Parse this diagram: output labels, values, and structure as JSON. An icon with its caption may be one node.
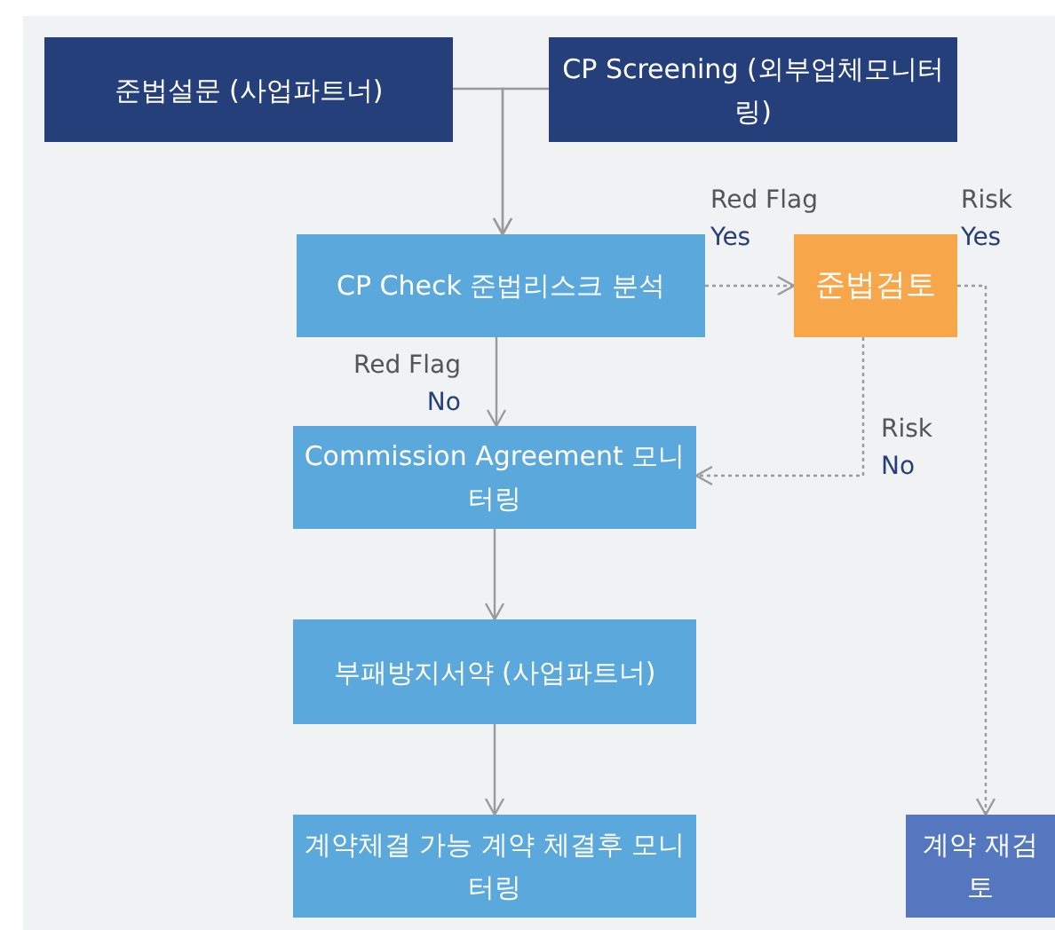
{
  "diagram": {
    "nodes": [
      {
        "text": [
          "준법설문 (사업파트너)"
        ]
      },
      {
        "text": [
          "CP Screening (외부업체모니터링)"
        ]
      },
      {
        "text": [
          "CP Check 준법리스크 분석"
        ]
      },
      {
        "text": [
          "준법검토"
        ]
      },
      {
        "text": [
          "Commission Agreement 모니터링"
        ]
      },
      {
        "text": [
          "부패방지서약 (사업파트너)"
        ]
      },
      {
        "text": [
          "계약체결 가능 계약 체결후 모니터링"
        ]
      },
      {
        "text": [
          "계약 재검토"
        ]
      }
    ],
    "edges": [
      {
        "from": 0,
        "to": 2,
        "arrow": "to"
      },
      {
        "from": 1,
        "to": 2,
        "arrow": "to"
      },
      {
        "from": 2,
        "to": 3,
        "arrow": "to",
        "label": "Red Flag Yes",
        "style": "dashed"
      },
      {
        "from": 2,
        "to": 4,
        "arrow": "to",
        "label": "Red Flag No"
      },
      {
        "from": 3,
        "to": 7,
        "arrow": "to",
        "label": "Risk Yes",
        "style": "dashed"
      },
      {
        "from": 3,
        "to": 4,
        "arrow": "to",
        "label": "Risk No",
        "style": "dashed"
      },
      {
        "from": 4,
        "to": 5,
        "arrow": "to"
      },
      {
        "from": 5,
        "to": 6,
        "arrow": "to"
      }
    ]
  }
}
